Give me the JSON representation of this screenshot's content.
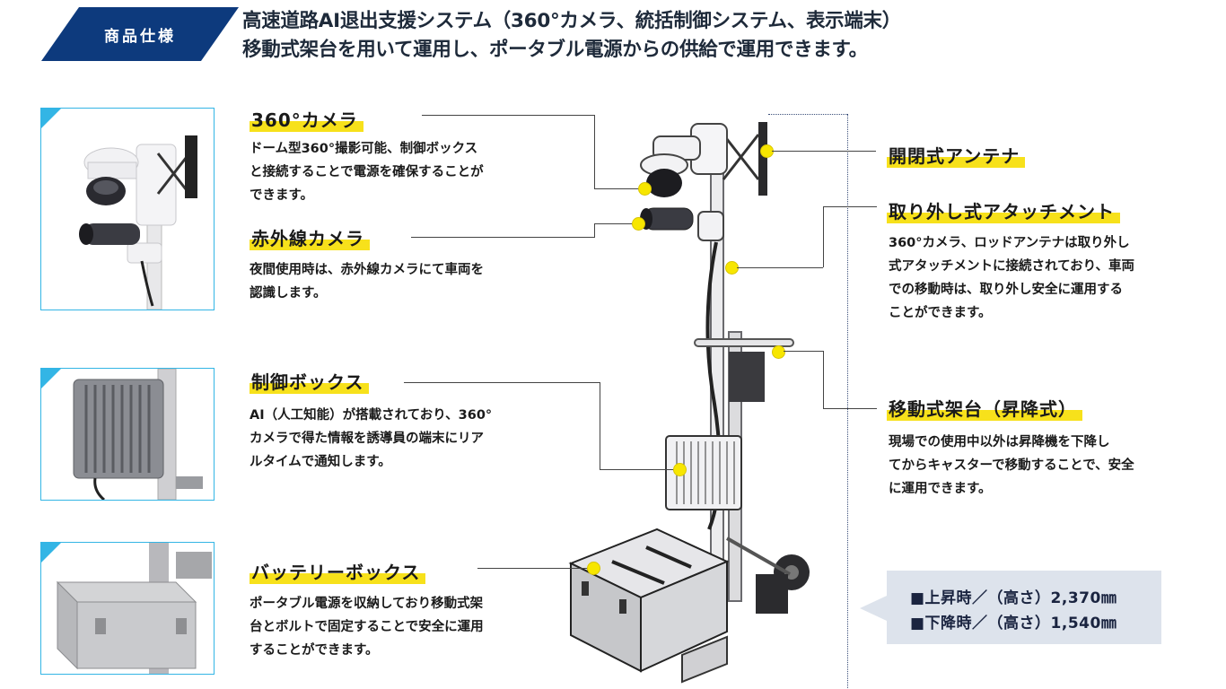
{
  "header": {
    "badge": "商品仕様",
    "line1": "高速道路AI退出支援システム（360°カメラ、統括制御システム、表示端末）",
    "line2": "移動式架台を用いて運用し、ポータブル電源からの供給で運用できます。"
  },
  "left_sections": [
    {
      "title": "360°カメラ",
      "description": [
        "ドーム型360°撮影可能、制御ボックス",
        "と接続することで電源を確保することが",
        "できます。"
      ]
    },
    {
      "title": "赤外線カメラ",
      "description": [
        "夜間使用時は、赤外線カメラにて車両を",
        "認識します。"
      ]
    },
    {
      "title": "制御ボックス",
      "description": [
        "AI（人工知能）が搭載されており、360°",
        "カメラで得た情報を誘導員の端末にリア",
        "ルタイムで通知します。"
      ]
    },
    {
      "title": "バッテリーボックス",
      "description": [
        "ポータブル電源を収納しており移動式架",
        "台とボルトで固定することで安全に運用",
        "することができます。"
      ]
    }
  ],
  "right_sections": [
    {
      "title": "開閉式アンテナ",
      "description": []
    },
    {
      "title": "取り外し式アタッチメント",
      "description": [
        "360°カメラ、ロッドアンテナは取り外し",
        "式アタッチメントに接続されており、車両",
        "での移動時は、取り外し安全に運用する",
        "ことができます。"
      ]
    },
    {
      "title": "移動式架台（昇降式）",
      "description": [
        "現場での使用中以外は昇降機を下降し",
        "てからキャスターで移動することで、安全",
        "に運用できます。"
      ]
    }
  ],
  "specs": [
    "■上昇時／（高さ）2,370㎜",
    "■下降時／（高さ）1,540㎜"
  ],
  "colors": {
    "badge_navy": "#0d3a7d",
    "highlight_yellow": "#f7e11b",
    "photo_border_blue": "#33b5e5",
    "spec_bg": "#dde3ec"
  },
  "photos": [
    "camera-unit-photo",
    "control-box-photo",
    "battery-box-photo"
  ]
}
